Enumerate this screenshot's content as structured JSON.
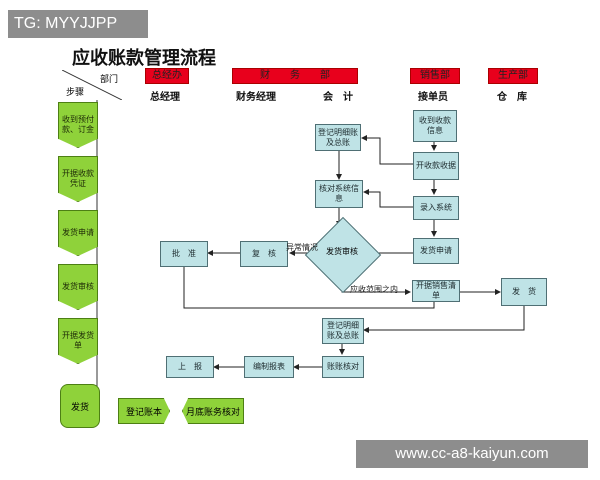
{
  "tag": "TG: MYYJJPP",
  "title": "应收账款管理流程",
  "corner": {
    "dept": "部门",
    "step": "步骤"
  },
  "headers": [
    {
      "label": "总经办",
      "color": "#e8001c"
    },
    {
      "label": "财　　务　　部",
      "color": "#e8001c"
    },
    {
      "label": "销售部",
      "color": "#e8001c"
    },
    {
      "label": "生产部",
      "color": "#e8001c"
    }
  ],
  "subheaders": [
    "总经理",
    "财务经理",
    "会　计",
    "接单员",
    "仓　库"
  ],
  "steps": [
    "收到预付款、订金",
    "开据收款凭证",
    "发货申请",
    "发货审核",
    "开据发货单"
  ],
  "boxes": {
    "receive_info": "收到收款信息",
    "register_detail_1": "登记明细账及总账",
    "issue_receipt": "开收款收据",
    "check_system": "核对系统信息",
    "enter_system": "录入系统",
    "approve": "批　准",
    "review": "复　核",
    "delivery_audit": "发货审核",
    "delivery_request": "发货申请",
    "issue_sales_list": "开据销售清单",
    "ship": "发　货",
    "register_detail_2": "登记明细账及总账",
    "account_check": "账账核对",
    "compile_report": "编制报表",
    "report_up": "上　报"
  },
  "notes": {
    "abnormal": "异常情况",
    "within_scope": "应收范围之内"
  },
  "bottom": {
    "ship": "发货",
    "register": "登记账本",
    "month_end": "月底账务核对"
  },
  "watermark": "www.cc-a8-kaiyun.com"
}
